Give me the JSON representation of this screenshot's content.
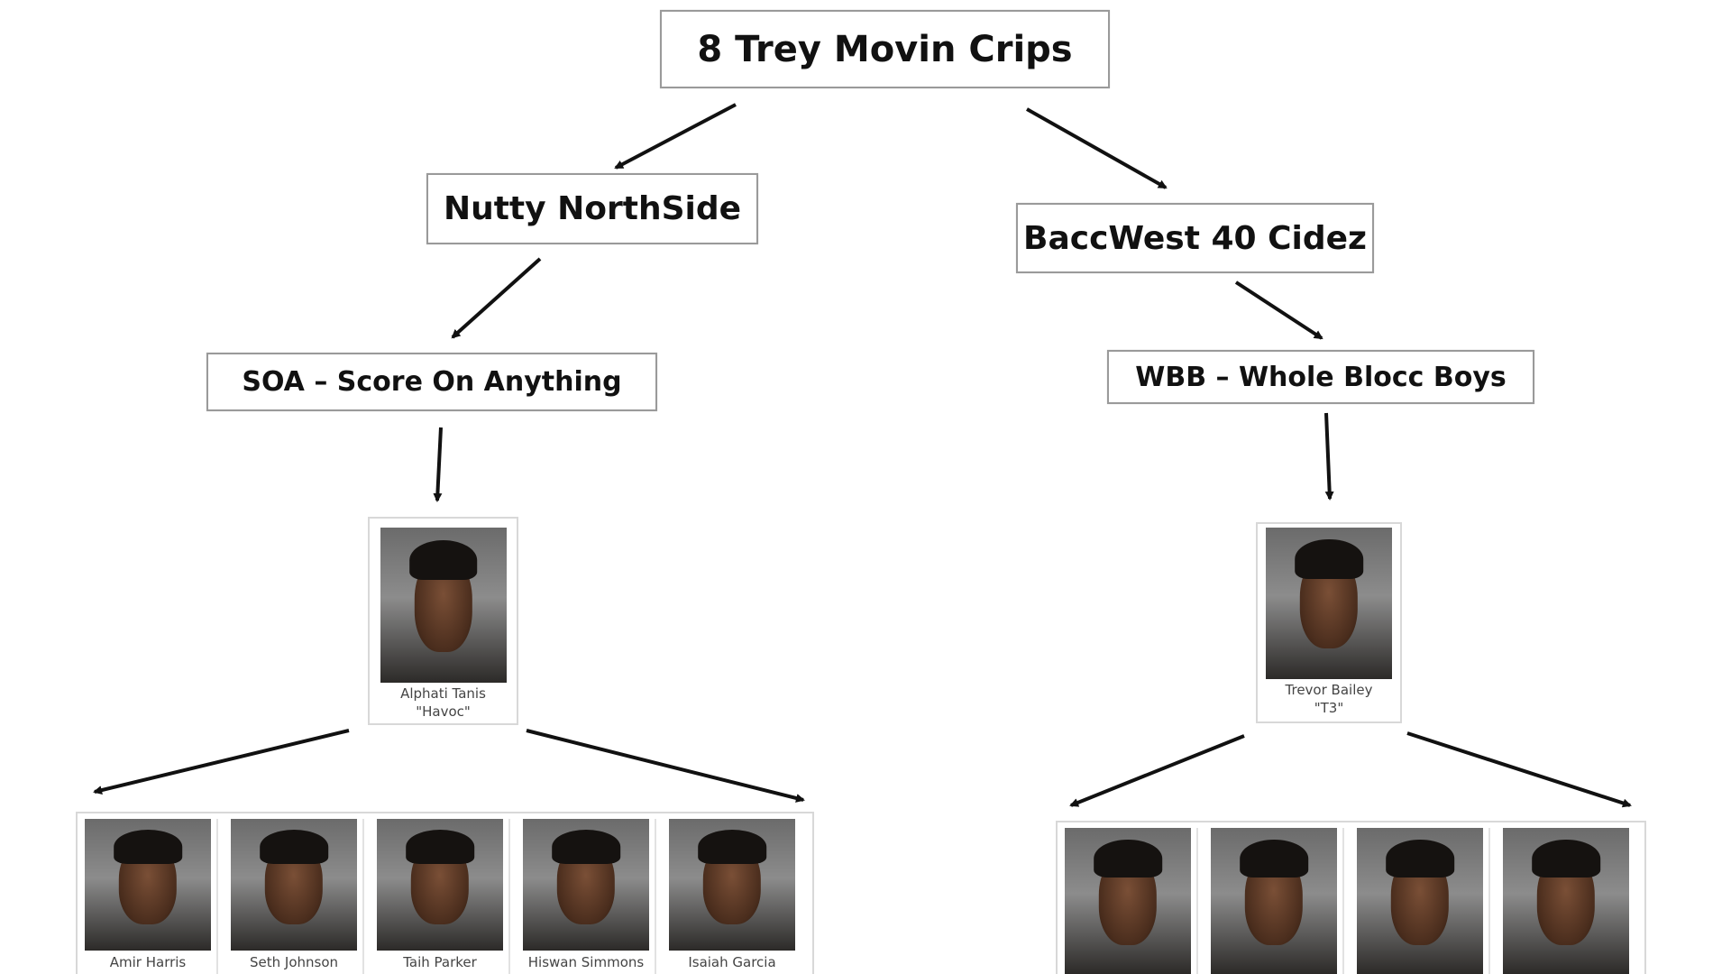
{
  "root": {
    "label": "8 Trey Movin Crips"
  },
  "branches": [
    {
      "label": "Nutty NorthSide",
      "sub": "SOA – Score On Anything",
      "leader": {
        "name": "Alphati Tanis",
        "alias": "\"Havoc\""
      },
      "members": [
        "Amir Harris",
        "Seth Johnson",
        "Taih Parker",
        "Hiswan Simmons",
        "Isaiah Garcia"
      ]
    },
    {
      "label": "BaccWest 40 Cidez",
      "sub": "WBB – Whole Blocc Boys",
      "leader": {
        "name": "Trevor Bailey",
        "alias": "\"T3\""
      },
      "members": [
        "",
        "",
        "",
        ""
      ]
    }
  ]
}
